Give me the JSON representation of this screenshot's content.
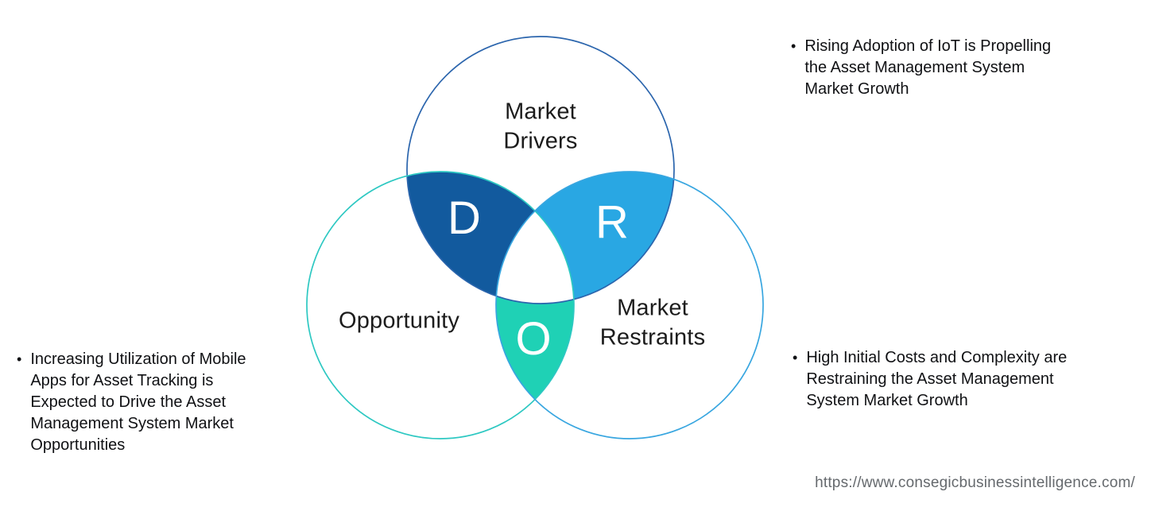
{
  "page": {
    "background": "#ffffff"
  },
  "venn": {
    "circle_labels": {
      "drivers": "Market\nDrivers",
      "opportunity": "Opportunity",
      "restraints": "Market\nRestraints"
    },
    "overlap_letters": {
      "drivers": "D",
      "restraints": "R",
      "opportunity": "O"
    },
    "colors": {
      "drivers_overlap_fill": "#125A9E",
      "restraints_overlap_fill": "#29A7E3",
      "opportunity_overlap_fill": "#1FD1B5",
      "triple_overlap_fill": "#ffffff",
      "drivers_outline": "#2B65AD",
      "opportunity_outline": "#2DC8C2",
      "restraints_outline": "#38A6E0"
    }
  },
  "bullets": {
    "marker": "•",
    "top_right": "Rising Adoption of IoT is Propelling\nthe Asset Management System\nMarket Growth",
    "left": "Increasing Utilization of Mobile\nApps for Asset Tracking is\nExpected to Drive the Asset\nManagement System Market\nOpportunities",
    "bottom_right": "High Initial Costs and Complexity are\nRestraining the Asset Management\nSystem Market Growth"
  },
  "footer": {
    "url": "https://www.consegicbusinessintelligence.com/"
  }
}
